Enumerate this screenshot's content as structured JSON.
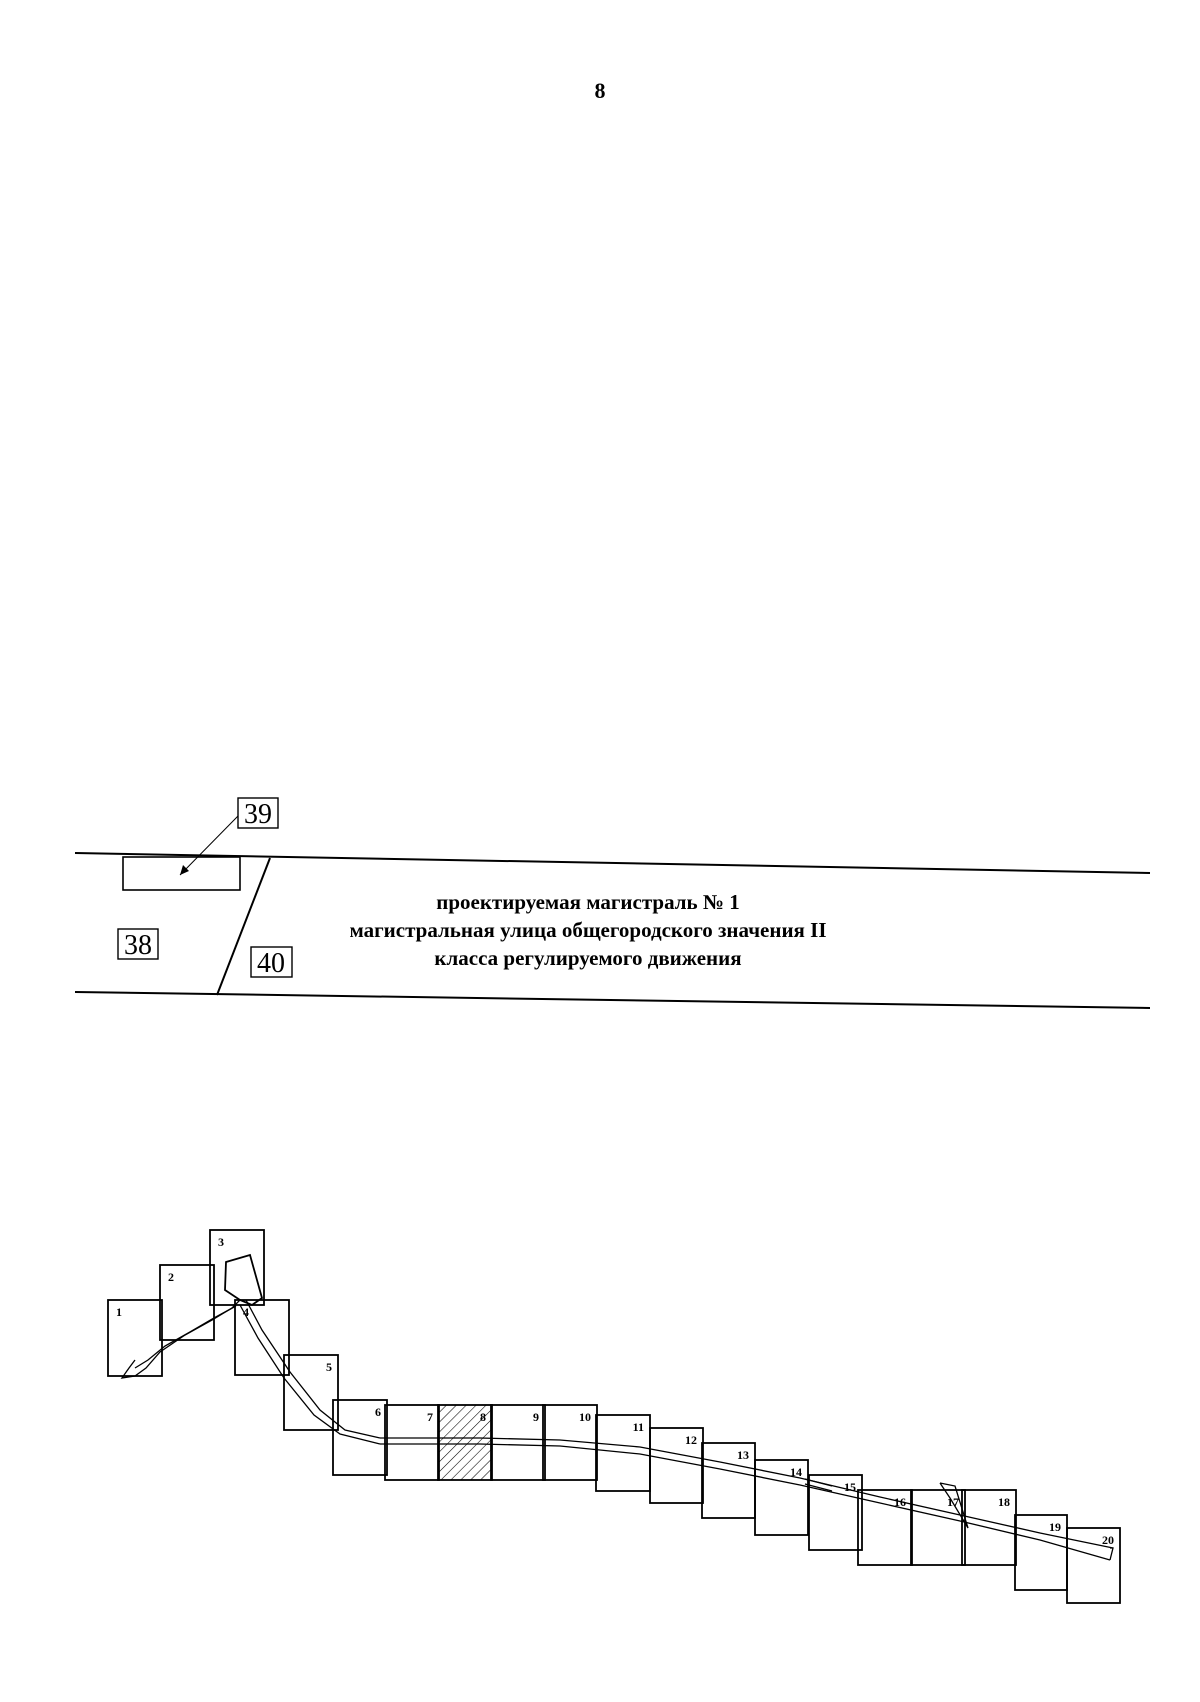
{
  "page": {
    "number": "8"
  },
  "plan": {
    "road_label": {
      "line1": "проектируемая магистраль № 1",
      "line2": "магистральная улица общегородского значения II",
      "line3": "класса регулируемого движения"
    },
    "parcels": [
      "39",
      "38",
      "40"
    ]
  },
  "index_map": {
    "sheets": [
      "1",
      "2",
      "3",
      "4",
      "5",
      "6",
      "7",
      "8",
      "9",
      "10",
      "11",
      "12",
      "13",
      "14",
      "15",
      "16",
      "17",
      "18",
      "19",
      "20"
    ],
    "highlighted_sheet": "8"
  }
}
